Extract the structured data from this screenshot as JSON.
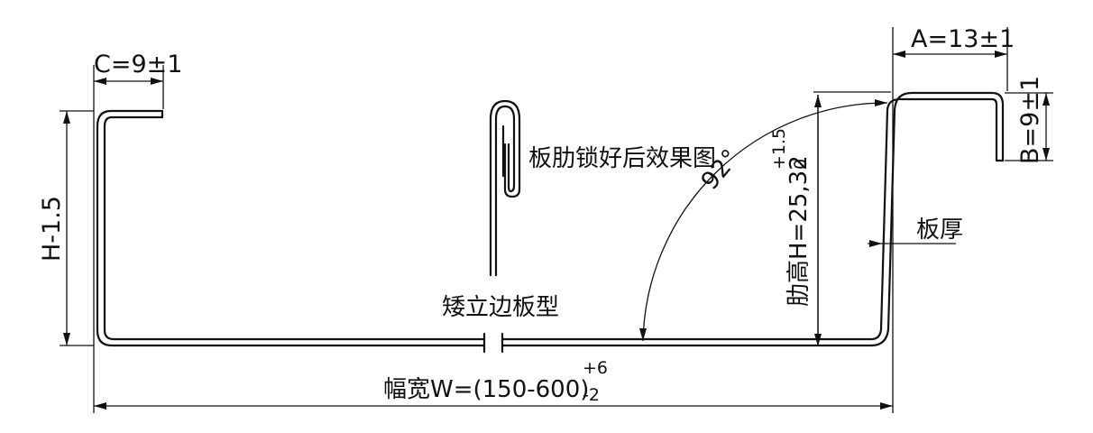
{
  "labels": {
    "dim_c": "C=9±1",
    "dim_a": "A=13±1",
    "dim_b": "B=9±1",
    "dim_h_left": "H-1.5",
    "rib_height_main": "肋高H=25,32",
    "rib_height_tol_upper": "+1.5",
    "rib_height_tol_lower": "0",
    "angle": "92°",
    "rib_lock_caption": "板肋锁好后效果图",
    "profile_name": "矮立边板型",
    "thickness": "板厚",
    "width_main": "幅宽W=(150-600)",
    "width_tol_upper": "+6",
    "width_tol_lower": "-2"
  }
}
